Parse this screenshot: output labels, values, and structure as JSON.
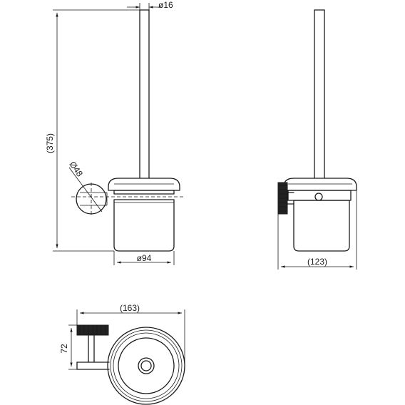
{
  "dimensions": {
    "rod_diameter": "ø16",
    "total_height": "(375)",
    "mount_diameter": "Ø48",
    "cup_diameter": "ø94",
    "side_depth": "(123)",
    "plan_width": "(163)",
    "plan_depth": "72"
  }
}
